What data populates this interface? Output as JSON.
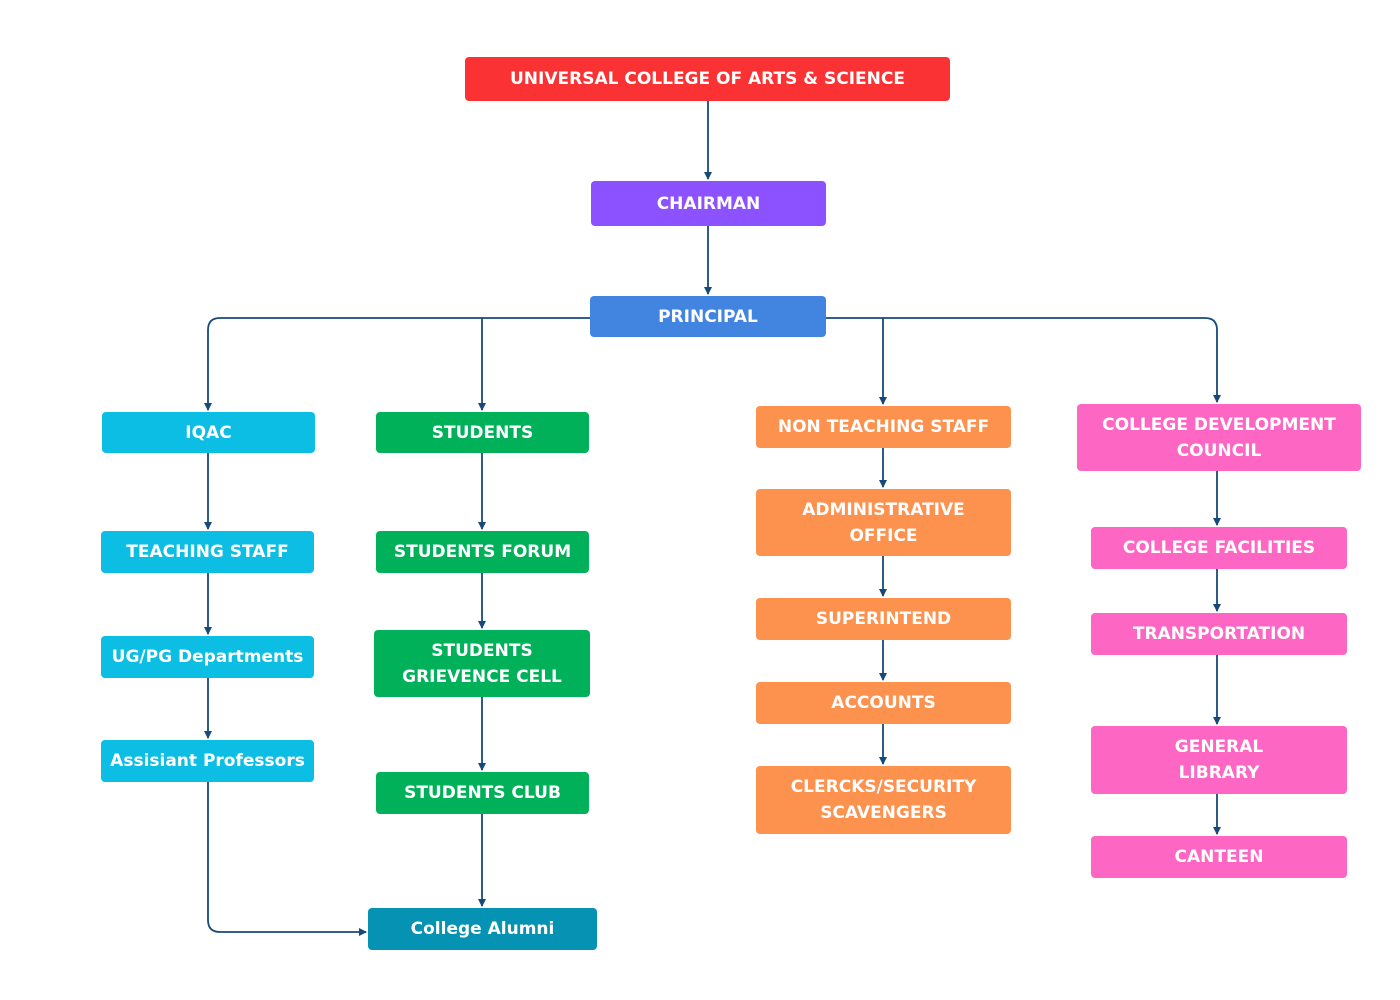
{
  "colors": {
    "connector": "#164a79",
    "institution": "#fb3233",
    "chairman": "#8c52ff",
    "principal": "#4285e1",
    "academic_branch": "#0cbee3",
    "students_branch": "#00b15a",
    "non_teaching_branch": "#fd914e",
    "development_branch": "#fe66c3",
    "alumni": "#0592b3"
  },
  "nodes": {
    "college": "UNIVERSAL COLLEGE OF ARTS & SCIENCE",
    "chairman": "CHAIRMAN",
    "principal": "PRINCIPAL",
    "iqac": "IQAC",
    "teaching_staff": "TEACHING STAFF",
    "ug_pg_departments": "UG/PG Departments",
    "assistant_professors": "Assisiant Professors",
    "students": "STUDENTS",
    "students_forum": "STUDENTS FORUM",
    "students_grievance_cell": "STUDENTS GRIEVENCE CELL",
    "students_club": "STUDENTS CLUB",
    "college_alumni": "College Alumni",
    "non_teaching_staff": "NON TEACHING STAFF",
    "administrative_office": "ADMINISTRATIVE OFFICE",
    "superintend": "SUPERINTEND",
    "accounts": "ACCOUNTS",
    "clercks_security": "CLERCKS/SECURITY SCAVENGERS",
    "college_development_council": "COLLEGE DEVELOPMENT COUNCIL",
    "college_facilities": "COLLEGE FACILITIES",
    "transportation": "TRANSPORTATION",
    "general_library": "GENERAL LIBRARY",
    "canteen": "CANTEEN"
  },
  "edges": [
    [
      "college",
      "chairman"
    ],
    [
      "chairman",
      "principal"
    ],
    [
      "principal",
      "iqac"
    ],
    [
      "principal",
      "students"
    ],
    [
      "principal",
      "non_teaching_staff"
    ],
    [
      "principal",
      "college_development_council"
    ],
    [
      "iqac",
      "teaching_staff"
    ],
    [
      "teaching_staff",
      "ug_pg_departments"
    ],
    [
      "ug_pg_departments",
      "assistant_professors"
    ],
    [
      "assistant_professors",
      "college_alumni"
    ],
    [
      "students",
      "students_forum"
    ],
    [
      "students_forum",
      "students_grievance_cell"
    ],
    [
      "students_grievance_cell",
      "students_club"
    ],
    [
      "students_club",
      "college_alumni"
    ],
    [
      "non_teaching_staff",
      "administrative_office"
    ],
    [
      "administrative_office",
      "superintend"
    ],
    [
      "superintend",
      "accounts"
    ],
    [
      "accounts",
      "clercks_security"
    ],
    [
      "college_development_council",
      "college_facilities"
    ],
    [
      "college_facilities",
      "transportation"
    ],
    [
      "transportation",
      "general_library"
    ],
    [
      "general_library",
      "canteen"
    ]
  ]
}
